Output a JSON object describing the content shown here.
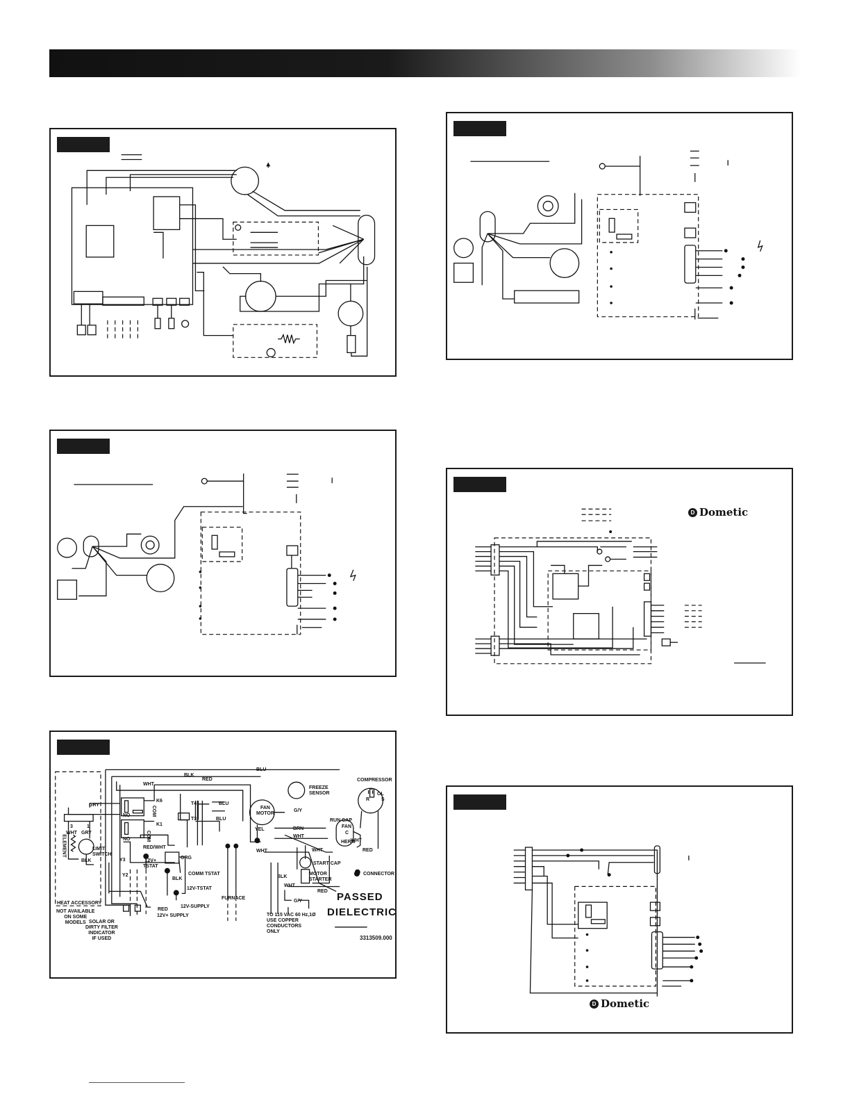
{
  "panel_5": {
    "labels": {
      "blu": "BLU",
      "blk": "BLK",
      "red": "RED",
      "wht": "WHT",
      "freeze_sensor": "FREEZE\nSENSOR",
      "compressor": "COMPRESSOR",
      "gry": "GRY",
      "k6": "K6",
      "k1": "K1",
      "no_1": "NO",
      "no_2": "NO",
      "com_1": "COM",
      "com_2": "COM",
      "t4": "T4",
      "t3": "T3",
      "blu_t4": "BLU",
      "blu_t3": "BLU",
      "fan_motor": "FAN\nMOTOR",
      "gy_1": "G/Y",
      "gy_2": "G/Y",
      "run_cap": "RUN CAP",
      "fan": "FAN",
      "c": "C",
      "herm": "HERM",
      "ol": "OL",
      "r": "R",
      "s": "S",
      "yel": "YEL",
      "brn": "BRN",
      "wht_2": "WHT",
      "wht_3": "WHT",
      "wht_4": "WHT",
      "wht_5": "WHT",
      "red_2": "RED",
      "red_3": "RED",
      "num_3": "3",
      "num_1": "1",
      "wht_el": "WHT",
      "gry_2": "GRY",
      "element": "ELEMENT",
      "limit_switch": "LIMIT\nSWITCH",
      "blk_2": "BLK",
      "red_wht": "RED/WHT",
      "y3": "Y3",
      "y2": "Y2",
      "tstat_12v": "12V+\nTSTAT",
      "org": "ORG",
      "blk_3": "BLK",
      "comm_tstat": "COMM TSTAT",
      "tstat_12v_minus": "12V-TSTAT",
      "supply_12v_minus": "12V-SUPPLY",
      "red_4": "RED",
      "supply_12v_plus": "12V+ SUPPLY",
      "furnace": "FURNACE",
      "start_cap": "START CAP",
      "motor_starter": "MOTOR\nSTARTER",
      "connector": "CONNECTOR",
      "heat_accessory": "HEAT ACCESSORY",
      "not_available": "NOT AVAILABLE\nON SOME\nMODELS",
      "solar": "SOLAR OR\nDIRTY FILTER\nINDICATOR\nIF USED",
      "power_note": "TO 115 VAC 60 Hz,1Ø\nUSE COPPER\nCONDUCTORS\nONLY",
      "blk_4": "BLK",
      "wht_6": "WHT"
    },
    "passed": "PASSED",
    "dielectric": "DIELECTRIC",
    "part_number": "3313509.000"
  },
  "logos": {
    "brand": "Dometic"
  }
}
